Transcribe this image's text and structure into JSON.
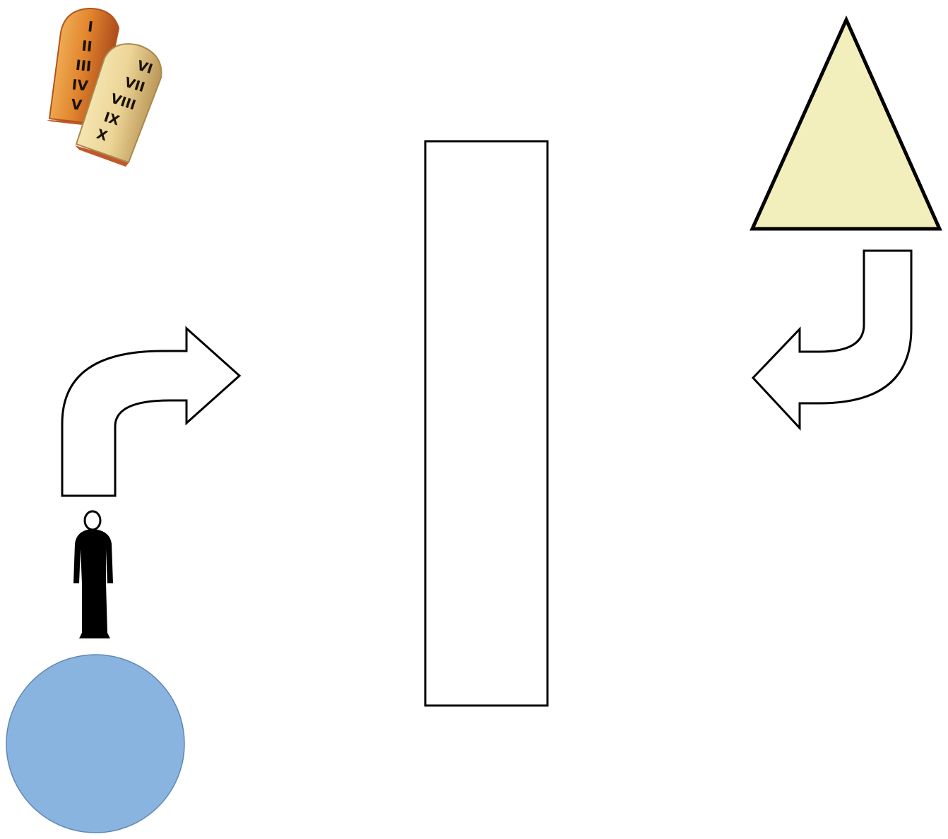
{
  "diagram": {
    "tablets": {
      "left_numerals": [
        "I",
        "II",
        "III",
        "IV",
        "V"
      ],
      "right_numerals": [
        "VI",
        "VII",
        "VIII",
        "IX",
        "X"
      ]
    }
  },
  "colors": {
    "background": "#ffffff",
    "stroke": "#000000",
    "circle_fill": "#8ab4e0",
    "circle_stroke": "#5f87b4",
    "triangle_fill": "#f2efbc",
    "tablet_left_light": "#f4b657",
    "tablet_left_dark": "#b3531c",
    "tablet_right_light": "#fbecb8",
    "tablet_right_dark": "#c4a66a",
    "tablet_edge": "#c1582a",
    "figure_fill": "#000000"
  },
  "icons": [
    "stone-tablets-icon",
    "person-icon",
    "turn-right-arrow-icon",
    "u-turn-left-arrow-icon"
  ]
}
